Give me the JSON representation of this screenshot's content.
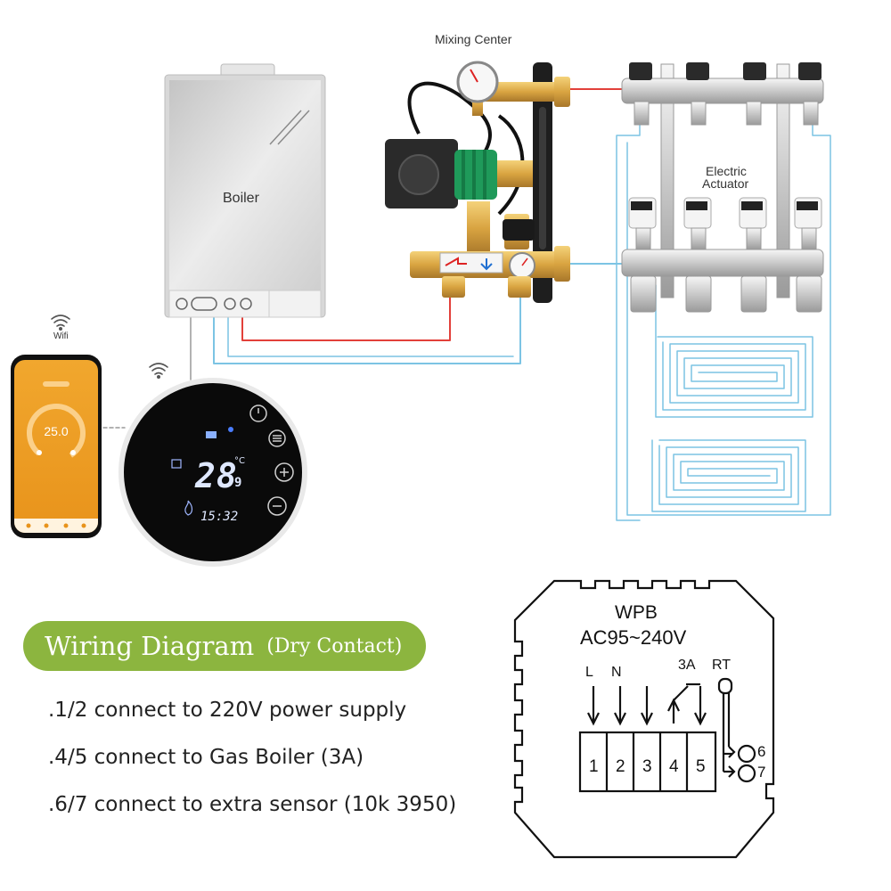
{
  "labels": {
    "mixing_center": "Mixing Center",
    "boiler": "Boiler",
    "electric_actuator_line1": "Electric",
    "electric_actuator_line2": "Actuator",
    "wifi": "Wifi"
  },
  "phone_app": {
    "temperature": "25.0"
  },
  "thermostat": {
    "temperature": "28",
    "unit": "°C",
    "decimal": "9",
    "time": "15:32"
  },
  "wiring": {
    "title": "Wiring Diagram",
    "subtitle": "(Dry Contact)",
    "instructions": [
      ".1/2 connect to 220V power supply",
      ".4/5 connect to Gas Boiler (3A)",
      ".6/7 connect to extra sensor (10k 3950)"
    ]
  },
  "wiring_diagram": {
    "model": "WPB",
    "voltage": "AC95~240V",
    "label_l": "L",
    "label_n": "N",
    "label_3a": "3A",
    "label_rt": "RT",
    "terminals": [
      "1",
      "2",
      "3",
      "4",
      "5"
    ],
    "sensor_terminals": [
      "6",
      "7"
    ]
  },
  "colors": {
    "hot_pipe": "#e2403a",
    "cold_pipe": "#7cc4e4",
    "wiring_pill": "#8cb53f",
    "pump": "#1f9a5a",
    "brass": "#d9a441",
    "app_background": "#f1a72e"
  }
}
